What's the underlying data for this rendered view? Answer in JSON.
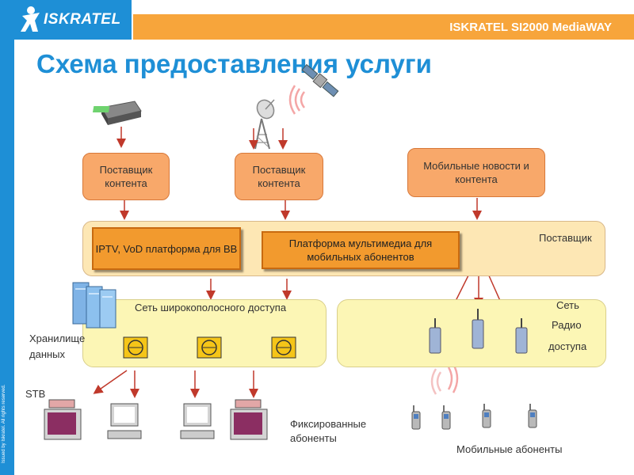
{
  "header": {
    "logo_text": "ISKRATEL",
    "product_title": "ISKRATEL SI2000 MediaWAY",
    "side_note": "Issued by Iskratel. All rights reserved."
  },
  "slide_title": "Схема предоставления услуги",
  "boxes": {
    "content_provider_1": "Поставщик контента",
    "content_provider_2": "Поставщик контента",
    "mobile_news": "Мобильные новости и контента"
  },
  "provider_band": {
    "label": "Поставщик",
    "iptv_platform": "IPTV, VoD платформа для ВВ",
    "multimedia_platform": "Платформа мультимедиа для мобильных абонентов"
  },
  "broadband_network": {
    "label": "Сеть широкополосного доступа"
  },
  "radio_network": {
    "label_1": "Сеть",
    "label_2": "Радио",
    "label_3": "доступа"
  },
  "storage_label": {
    "line_1": "Хранилище",
    "line_2": "данных"
  },
  "stb_label": "STB",
  "fixed_subscribers": {
    "line_1": "Фиксированные",
    "line_2": "абоненты"
  },
  "mobile_subscribers": "Мобильные абоненты",
  "colors": {
    "brand_blue": "#1e8fd6",
    "header_orange": "#f7a53b",
    "box_orange": "#f8a86a",
    "platform_orange": "#f29a2e",
    "arrow_red": "#c0392b"
  }
}
